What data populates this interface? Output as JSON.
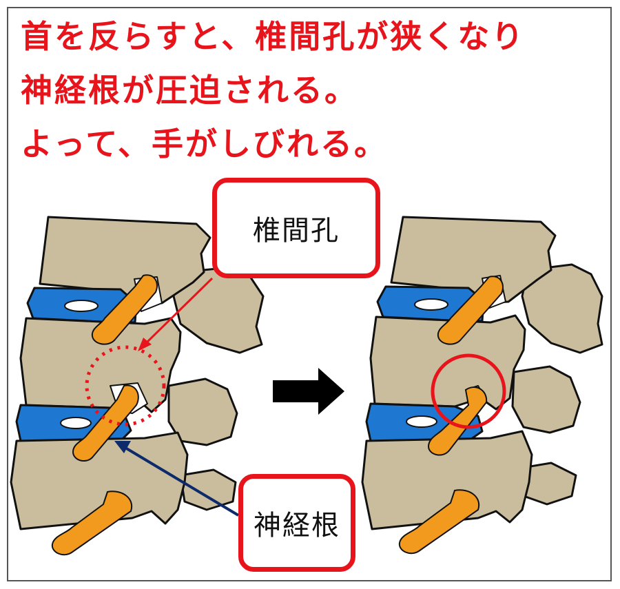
{
  "heading": {
    "line1": "首を反らすと、椎間孔が狭くなり",
    "line2": "神経根が圧迫される。",
    "line3": "よって、手がしびれる。"
  },
  "labels": {
    "foramen": "椎間孔",
    "nerve_root": "神経根"
  },
  "colors": {
    "heading": "#e8141c",
    "callout_border": "#e8141c",
    "bone": "#c9bd9e",
    "disc": "#1e78d2",
    "nerve": "#f29a1e",
    "nerve_pointer": "#0d2a6b",
    "transition_arrow": "#000000"
  }
}
